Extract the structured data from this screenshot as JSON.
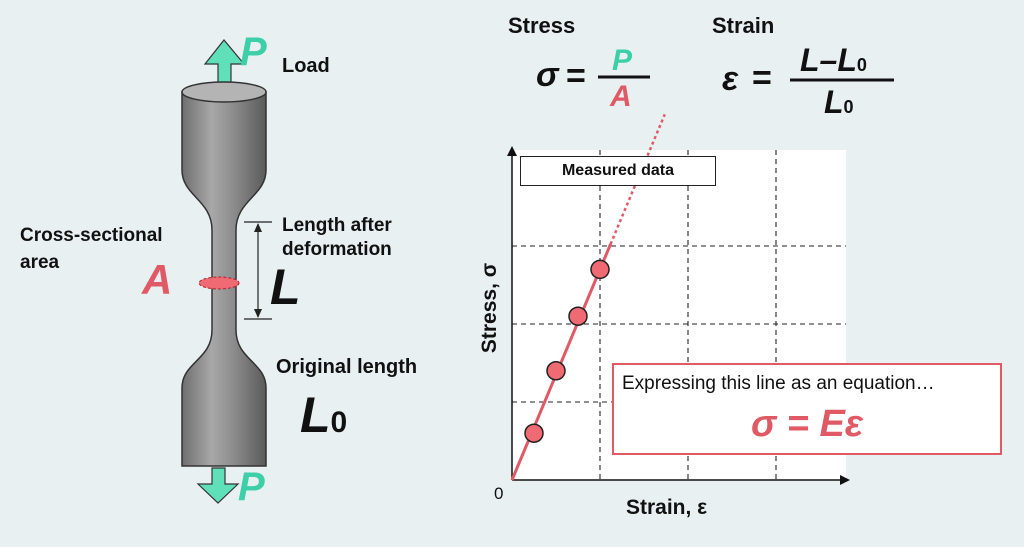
{
  "labels": {
    "load": "Load",
    "p_symbol": "P",
    "cross_section_line1": "Cross-sectional",
    "cross_section_line2": "area",
    "area_symbol": "A",
    "length_after_line1": "Length after",
    "length_after_line2": "deformation",
    "length_symbol": "L",
    "original_length": "Original length",
    "original_symbol": "L",
    "subscript_zero": "0"
  },
  "formulas": {
    "stress_title": "Stress",
    "strain_title": "Strain",
    "sigma": "σ",
    "epsilon": "ε",
    "equals": "=",
    "stress_num": "P",
    "stress_den": "A",
    "strain_num_L": "L",
    "strain_num_minus": "–",
    "strain_num_L0": "L",
    "strain_den": "L"
  },
  "chart_data": {
    "type": "scatter",
    "legend": "Measured data",
    "xlabel": "Strain, ε",
    "ylabel": "Stress, σ",
    "origin_label": "0",
    "x": [
      0.25,
      0.5,
      0.75,
      1.0
    ],
    "y": [
      0.6,
      1.4,
      2.1,
      2.7
    ],
    "fit_line": true,
    "grid": true
  },
  "equation_box": {
    "caption": "Expressing this line as an equation…",
    "formula": "σ = Eε"
  },
  "colors": {
    "accent_red": "#e05a66",
    "arrow_teal": "#5fe0b8",
    "bar_gray": "#8a8a8a",
    "background": "#e9f0f2"
  }
}
